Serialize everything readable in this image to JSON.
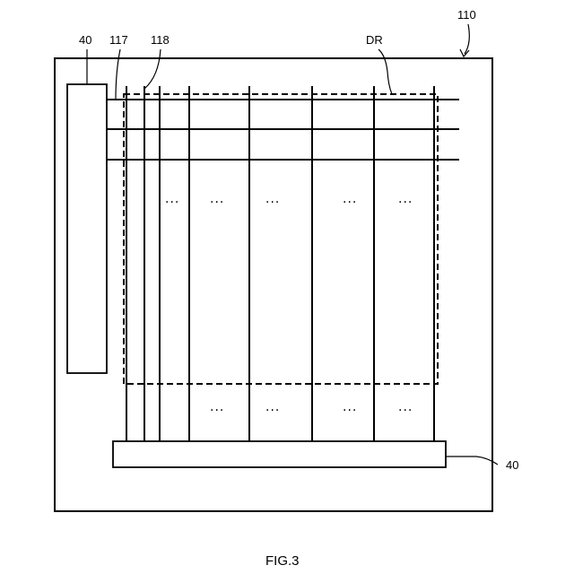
{
  "figure": {
    "caption": "FIG.3",
    "labels": {
      "substrate": "110",
      "scan_driver": "40",
      "data_driver": "40",
      "scan_line": "117",
      "data_line": "118",
      "display_region": "DR"
    },
    "ellipsis": "···"
  }
}
